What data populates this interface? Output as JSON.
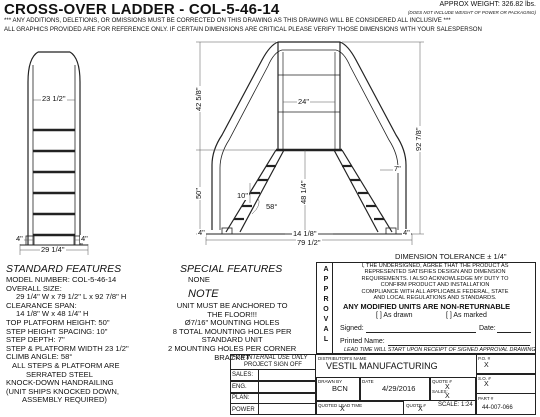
{
  "header": {
    "title": "CROSS-OVER LADDER - COL-5-46-14",
    "weight": "APPROX WEIGHT: 326.82 lbs.",
    "weight_note": "(DOES NOT INCLUDE WEIGHT OF POWER OR PACKAGING)",
    "notice_1": "*** ANY ADDITIONS, DELETIONS, OR OMISSIONS MUST BE CORRECTED ON THIS DRAWING AS THIS DRAWING WILL BE CONSIDERED ALL INCLUSIVE ***",
    "notice_2": "ALL GRAPHICS PROVIDED ARE FOR REFERENCE ONLY. IF CERTAIN DIMENSIONS ARE CRITICAL PLEASE VERIFY THOSE DIMENSIONS WITH YOUR SALESPERSON"
  },
  "dimensions": {
    "side_top_width": "23 1/2\"",
    "side_foot_left": "4\"",
    "side_foot_right": "4\"",
    "side_base_width": "29 1/4\"",
    "front_height_rail": "42 5/8\"",
    "front_platform_width": "24\"",
    "front_overall_height": "92 7/8\"",
    "front_platform_height": "50\"",
    "front_step_height": "48 1/4\"",
    "front_step_spacing": "10\"",
    "front_step_depth": "7\"",
    "front_angle": "58°",
    "front_foot_left": "4\"",
    "front_foot_right": "4\"",
    "front_span": "14 1/8\"",
    "front_overall_length": "79 1/2\""
  },
  "standard_features": {
    "heading": "STANDARD FEATURES",
    "lines": [
      "MODEL NUMBER: COL-5-46-14",
      "OVERALL SIZE:",
      "29 1/4\" W x 79 1/2\" L x 92 7/8\" H",
      "CLEARANCE SPAN:",
      "14 1/8\" W x 48 1/4\" H",
      "TOP PLATFORM HEIGHT:  50\"",
      "STEP HEIGHT SPACING:  10\"",
      "STEP DEPTH:  7\"",
      "STEP & PLATFORM WIDTH 23 1/2\"",
      "CLIMB ANGLE:  58°",
      "ALL STEPS & PLATFORM ARE",
      "SERRATED STEEL",
      "KNOCK-DOWN HANDRAILING",
      "(UNIT SHIPS KNOCKED DOWN,",
      "ASSEMBLY REQUIRED)"
    ]
  },
  "special_features": {
    "heading": "SPECIAL FEATURES",
    "value": "NONE"
  },
  "note": {
    "heading": "NOTE",
    "lines": [
      "UNIT MUST BE ANCHORED TO",
      "THE FLOOR!!!",
      "Ø7/16\" MOUNTING HOLES",
      "8 TOTAL MOUNTING HOLES PER",
      "STANDARD UNIT",
      "2 MOUNTING HOLES PER CORNER",
      "BRACKET"
    ]
  },
  "approval": {
    "tolerance": "DIMENSION TOLERANCE ± 1/4\"",
    "letters": [
      "A",
      "P",
      "P",
      "R",
      "O",
      "V",
      "A",
      "L"
    ],
    "statement": [
      "I, THE UNDERSIGNED, AGREE THAT THE PRODUCT AS",
      "REPRESENTED SATISFIES DESIGN AND DIMENSION",
      "REQUIREMENTS.  I ALSO ACKNOWLEDGE MY DUTY TO",
      "CONFIRM PRODUCT AND INSTALLATION",
      "COMPLIANCE WITH ALL APPLICABLE FEDERAL, STATE",
      "AND LOCAL REGULATIONS AND STANDARDS."
    ],
    "non_returnable": "ANY MODIFIED UNITS ARE NON-RETURNABLE",
    "as_drawn": "[  ] As drawn",
    "as_marked": "[  ] As marked",
    "signed_label": "Signed:",
    "date_label": "Date:",
    "printed_name_label": "Printed Name:",
    "lead_time": "LEAD TIME WILL START UPON RECEIPT OF SIGNED APPROVAL DRAWING"
  },
  "title_block": {
    "internal_use": "FOR INTERNAL USE ONLY",
    "project_sign_off": "PROJECT SIGN OFF",
    "sales_label": "SALES:",
    "eng_label": "ENG.",
    "plan_label": "PLAN:",
    "power_label": "POWER",
    "distributors_name": "DISTRIBUTOR'S NAME",
    "company": "VESTIL MANUFACTURING",
    "drawn_by_label": "DRAWN BY",
    "drawn_by": "BCN",
    "date_label": "DATE",
    "date": "4/29/2016",
    "quote_label": "QUOTE #",
    "quote": "X",
    "sales_label2": "SALES:",
    "sales_value": "X",
    "scale": "SCALE: 1:24",
    "quoted_lead_time_label": "QUOTED LEAD TIME",
    "quoted_lead_time": "X",
    "quote_label2": "QUOTE #",
    "quote2": "X",
    "po_label": "P.O. #",
    "po": "X",
    "so_label": "S.O. #",
    "so": "X",
    "part_label": "PART #",
    "part": "44-007-066"
  }
}
